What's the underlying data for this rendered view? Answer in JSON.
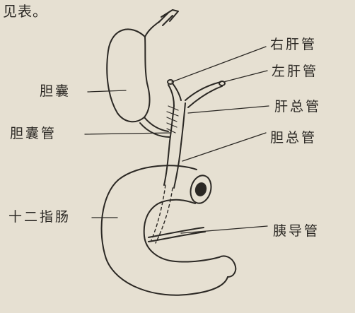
{
  "header_fragment": "见表。",
  "labels": {
    "right_hepatic_duct": "右肝管",
    "left_hepatic_duct": "左肝管",
    "common_hepatic_duct": "肝总管",
    "common_bile_duct": "胆总管",
    "gallbladder": "胆囊",
    "cystic_duct": "胆囊管",
    "duodenum": "十二指肠",
    "pancreatic_duct": "胰导管"
  },
  "colors": {
    "paper": "#e6e0d2",
    "ink": "#2b2824"
  }
}
